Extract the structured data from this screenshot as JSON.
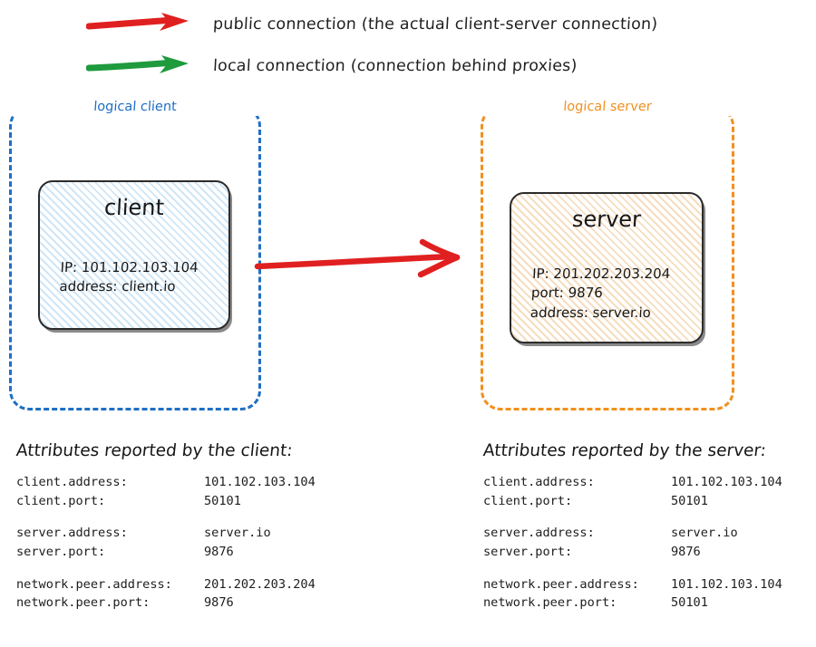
{
  "legend": {
    "items": [
      {
        "id": "public-connection",
        "color": "#e02020",
        "label": "public connection (the actual client-server connection)"
      },
      {
        "id": "local-connection",
        "color": "#1f9a3d",
        "label": "local connection (connection behind proxies)"
      }
    ]
  },
  "diagram": {
    "client_container": {
      "label": "logical client",
      "color": "#1f6fc4"
    },
    "server_container": {
      "label": "logical server",
      "color": "#f0901e"
    },
    "client_node": {
      "title": "client",
      "hatch_color": "#cfe6f7",
      "props": [
        "IP: 101.102.103.104",
        "address: client.io"
      ]
    },
    "server_node": {
      "title": "server",
      "hatch_color": "#f6ddc0",
      "props": [
        "IP: 201.202.203.204",
        "port: 9876",
        "address: server.io"
      ]
    },
    "connection_arrow": {
      "color": "#e02020",
      "from": "client",
      "to": "server",
      "kind": "public connection"
    }
  },
  "client_attributes": {
    "heading": "Attributes reported by the client:",
    "groups": [
      {
        "rows": [
          {
            "key": "client.address:",
            "value": "101.102.103.104"
          },
          {
            "key": "client.port:",
            "value": "50101"
          }
        ]
      },
      {
        "rows": [
          {
            "key": "server.address:",
            "value": "server.io"
          },
          {
            "key": "server.port:",
            "value": "9876"
          }
        ]
      },
      {
        "rows": [
          {
            "key": "network.peer.address:",
            "value": "201.202.203.204"
          },
          {
            "key": "network.peer.port:",
            "value": "9876"
          }
        ]
      }
    ]
  },
  "server_attributes": {
    "heading": "Attributes reported by the server:",
    "groups": [
      {
        "rows": [
          {
            "key": "client.address:",
            "value": "101.102.103.104"
          },
          {
            "key": "client.port:",
            "value": "50101"
          }
        ]
      },
      {
        "rows": [
          {
            "key": "server.address:",
            "value": "server.io"
          },
          {
            "key": "server.port:",
            "value": "9876"
          }
        ]
      },
      {
        "rows": [
          {
            "key": "network.peer.address:",
            "value": "101.102.103.104"
          },
          {
            "key": "network.peer.port:",
            "value": "50101"
          }
        ]
      }
    ]
  }
}
